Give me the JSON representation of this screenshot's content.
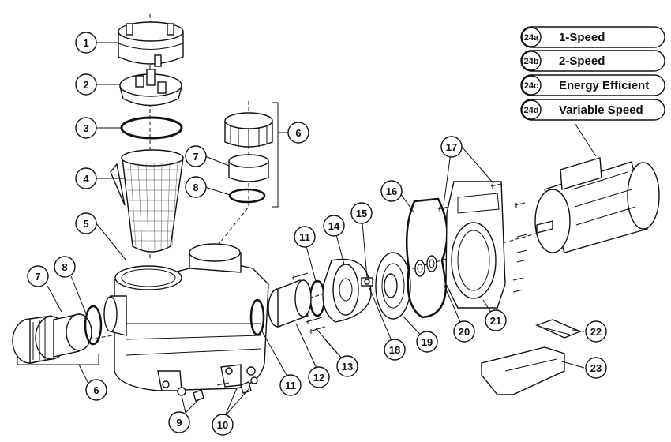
{
  "callouts": {
    "c1": "1",
    "c2": "2",
    "c3": "3",
    "c4": "4",
    "c5": "5",
    "c6a": "6",
    "c7a": "7",
    "c8a": "8",
    "c7b": "7",
    "c8b": "8",
    "c6b": "6",
    "c9": "9",
    "c10": "10",
    "c11a": "11",
    "c11b": "11",
    "c12": "12",
    "c13": "13",
    "c14": "14",
    "c15": "15",
    "c16": "16",
    "c17": "17",
    "c18": "18",
    "c19": "19",
    "c20": "20",
    "c21": "21",
    "c22": "22",
    "c23": "23"
  },
  "legend": [
    {
      "code": "24a",
      "label": "1-Speed"
    },
    {
      "code": "24b",
      "label": "2-Speed"
    },
    {
      "code": "24c",
      "label": "Energy Efficient"
    },
    {
      "code": "24d",
      "label": "Variable Speed"
    }
  ]
}
